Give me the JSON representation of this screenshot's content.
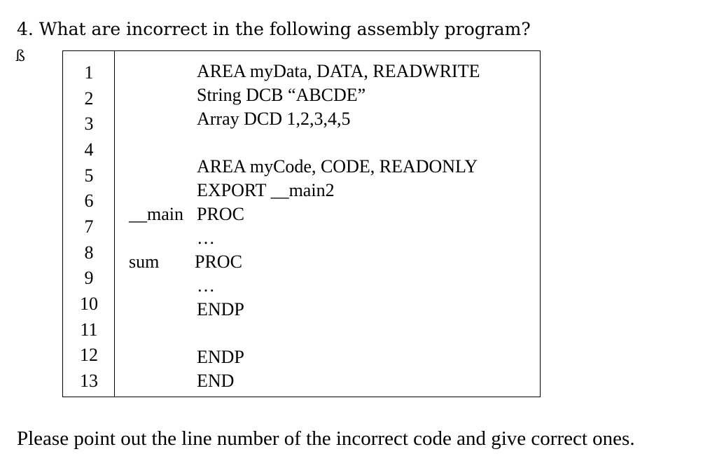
{
  "question": "4. What are incorrect in the following assembly program?",
  "stray_mark": "ß",
  "line_numbers": [
    "1",
    "2",
    "3",
    "4",
    "5",
    "6",
    "7",
    "8",
    "9",
    "10",
    "11",
    "12",
    "13"
  ],
  "code": {
    "l1": "AREA myData, DATA, READWRITE",
    "l2": "String DCB “ABCDE”",
    "l3": "Array DCD 1,2,3,4,5",
    "l5": "AREA myCode, CODE, READONLY",
    "l6": "EXPORT __main2",
    "l7_label": "__main",
    "l7_code": "PROC",
    "l8": "…",
    "l9_label": "sum",
    "l9_code": "PROC",
    "l10": "…",
    "l11": "ENDP",
    "l12": "ENDP",
    "l13": "END"
  },
  "footer": "Please point out the line number of the incorrect code and give correct ones."
}
